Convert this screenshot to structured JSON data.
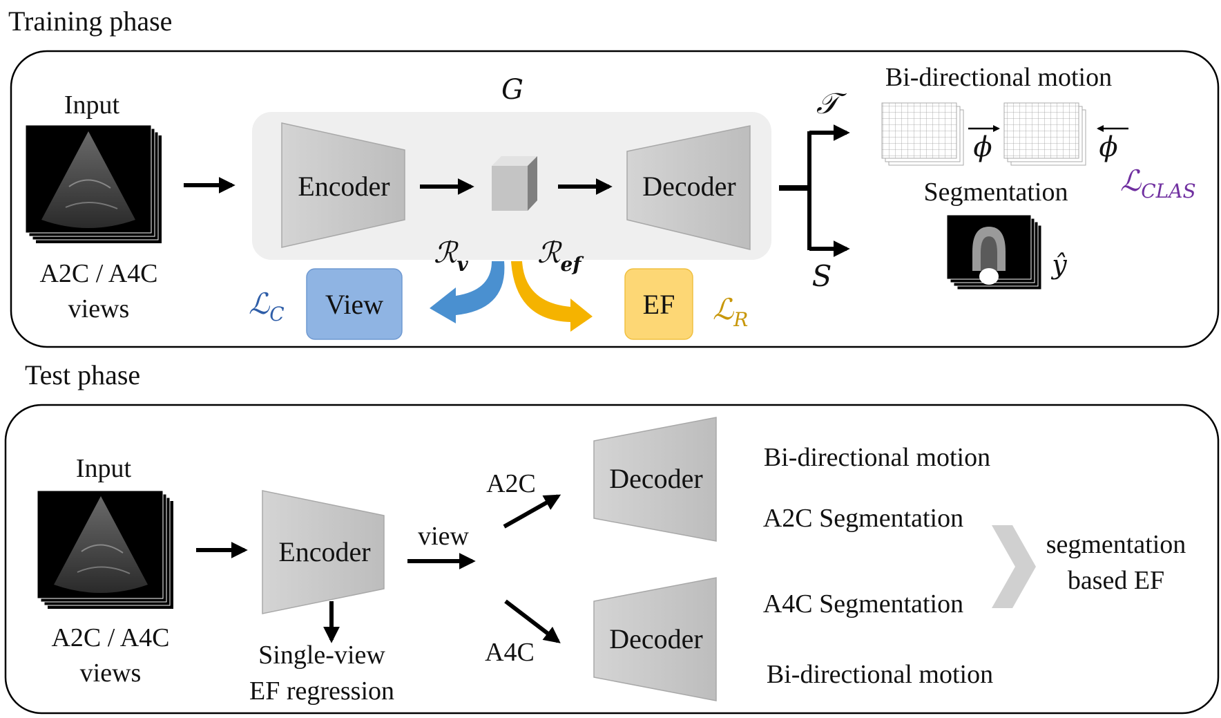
{
  "training": {
    "title": "Training phase",
    "input_label": "Input",
    "views_line1": "A2C / A4C",
    "views_line2": "views",
    "g_label": "G",
    "encoder_label": "Encoder",
    "decoder_label": "Decoder",
    "rv_label": "ℛ",
    "rv_sub": "v",
    "ref_label": "ℛ",
    "ref_sub": "ef",
    "view_box_label": "View",
    "ef_box_label": "EF",
    "lc_label": "ℒ",
    "lc_sub": "C",
    "lr_label": "ℒ",
    "lr_sub": "R",
    "t_label": "𝒯",
    "s_label": "S",
    "bidir_label": "Bi-directional motion",
    "phi_fwd_label": "ϕ",
    "phi_bwd_label": "ϕ",
    "lclas_label": "ℒ",
    "lclas_sub": "CLAS",
    "segmentation_label": "Segmentation",
    "yhat_label": "ŷ"
  },
  "test": {
    "title": "Test phase",
    "input_label": "Input",
    "views_line1": "A2C / A4C",
    "views_line2": "views",
    "encoder_label": "Encoder",
    "single_view_line1": "Single-view",
    "single_view_line2": "EF regression",
    "view_label": "view",
    "a2c_label": "A2C",
    "a4c_label": "A4C",
    "decoder_top_label": "Decoder",
    "decoder_bottom_label": "Decoder",
    "bidir_top_label": "Bi-directional motion",
    "a2c_seg_label": "A2C Segmentation",
    "a4c_seg_label": "A4C Segmentation",
    "bidir_bottom_label": "Bi-directional motion",
    "seg_ef_line1": "segmentation",
    "seg_ef_line2": "based EF"
  },
  "colors": {
    "view_box": "#8fb4e3",
    "ef_box": "#fdd775",
    "blue_arrow": "#4a90d0",
    "yellow_arrow": "#f5b300",
    "lc_text": "#2f5ea8",
    "lr_text": "#c8970a",
    "lclas_text": "#7030a0",
    "g_panel": "#efefef",
    "trapezoid": "#c9c9c9"
  }
}
